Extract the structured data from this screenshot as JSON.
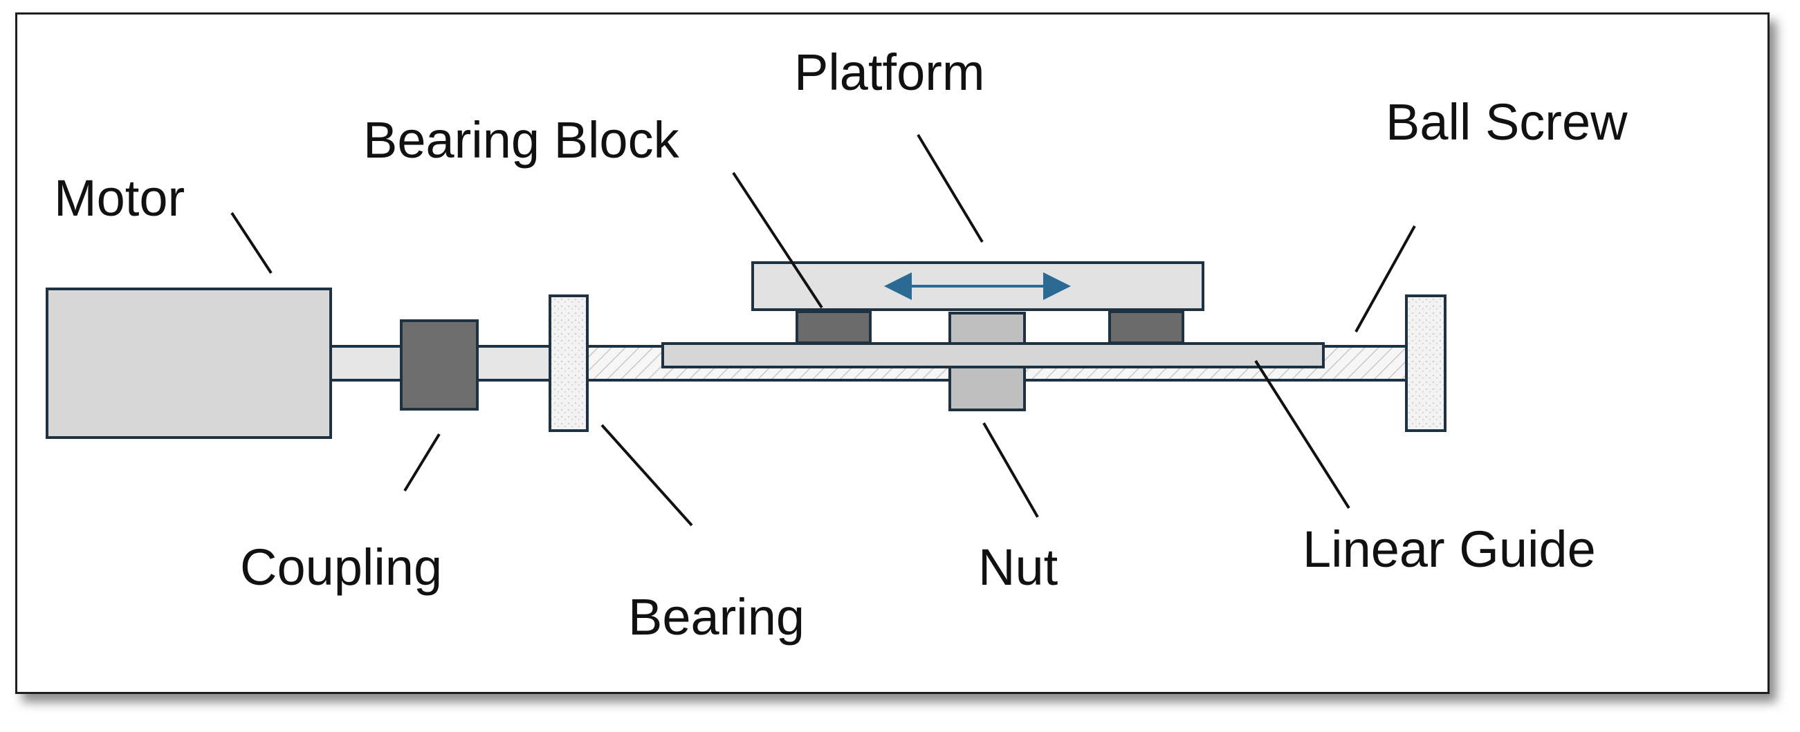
{
  "labels": {
    "motor": "Motor",
    "coupling": "Coupling",
    "bearing": "Bearing",
    "bearing_block": "Bearing Block",
    "platform": "Platform",
    "nut": "Nut",
    "ball_screw": "Ball Screw",
    "linear_guide": "Linear Guide"
  },
  "colors": {
    "outline": "#1f3242",
    "motor_fill": "#d7d7d7",
    "shaft_fill": "#e6e6e6",
    "coupling_fill": "#6e6e6e",
    "bearing_fill": "#f1f1f1",
    "platform_fill": "#e2e2e2",
    "bearing_block_fill": "#6b6b6b",
    "nut_fill": "#bfbfbf",
    "guide_fill": "#d6d6d6",
    "arrow": "#2b6a93",
    "leader": "#111111"
  },
  "icons": {
    "motion_indicator": "double-headed-arrow"
  }
}
